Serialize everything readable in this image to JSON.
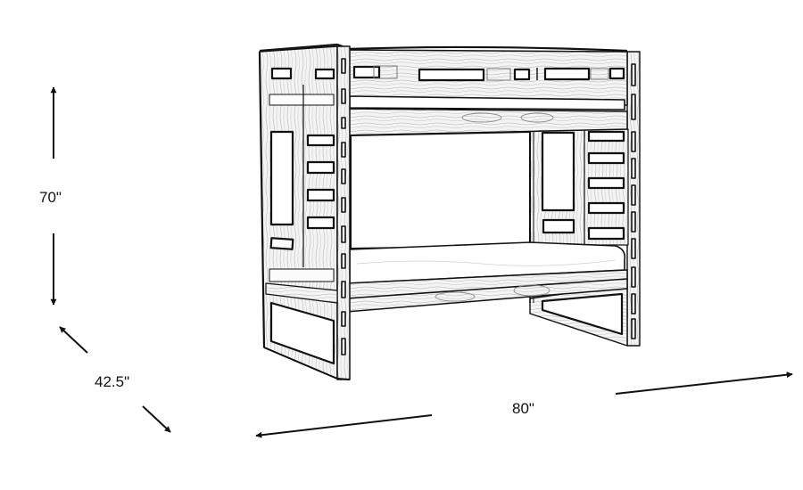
{
  "diagram": {
    "subject": "Twin over twin bunk bed",
    "style": "line drawing with wood-grain texture",
    "colors": {
      "background": "#ffffff",
      "stroke": "#111111",
      "wood_fill": "#f4f4f4",
      "grain": "#9a9a9a"
    },
    "dimensions": {
      "height": {
        "label": "70\"",
        "axis": "vertical"
      },
      "depth": {
        "label": "42.5\"",
        "axis": "diagonal"
      },
      "width": {
        "label": "80\"",
        "axis": "horizontal-perspective"
      }
    }
  }
}
